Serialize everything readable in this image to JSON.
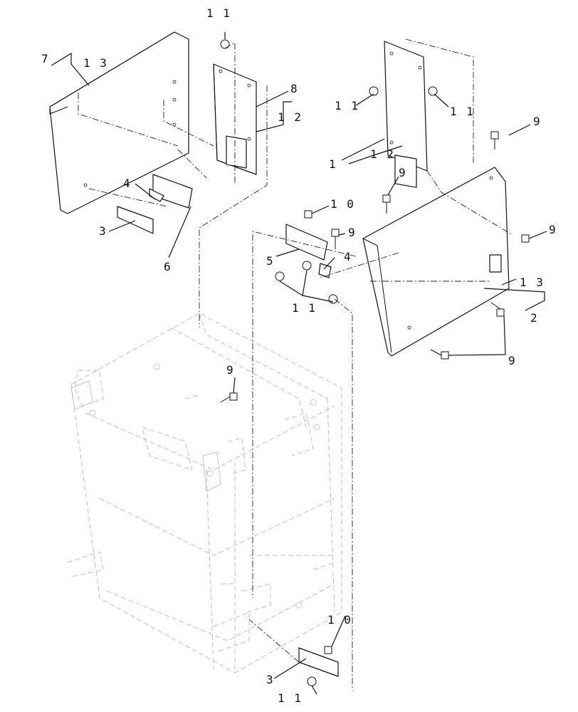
{
  "callouts": {
    "c7": "7",
    "c13_a": "1 3",
    "c11_top": "1 1",
    "c8": "8",
    "c12_a": "1 2",
    "c4_a": "4",
    "c3_a": "3",
    "c6": "6",
    "c11_b": "1 1",
    "c11_c": "1 1",
    "c9_a": "9",
    "c1": "1",
    "c12_b": "1 2",
    "c9_b": "9",
    "c10_a": "1 0",
    "c9_c": "9",
    "c9_d": "9",
    "c5": "5",
    "c4_b": "4",
    "c11_d": "1 1",
    "c13_b": "1 3",
    "c2": "2",
    "c9_e": "9",
    "c9_f": "9",
    "c10_b": "1 0",
    "c3_b": "3",
    "c11_e": "1 1"
  }
}
